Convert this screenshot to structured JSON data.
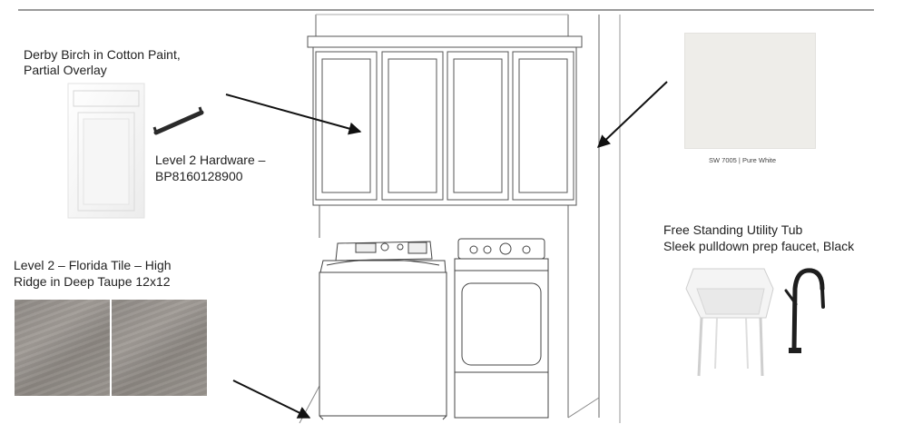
{
  "cabinet": {
    "line1": "Derby Birch in Cotton Paint,",
    "line2": "Partial Overlay"
  },
  "hardware": {
    "line1": "Level 2 Hardware –",
    "line2": "BP8160128900"
  },
  "tile": {
    "line1": "Level 2 – Florida Tile – High",
    "line2": "Ridge in Deep Taupe 12x12"
  },
  "paint": {
    "caption": "SW 7005  |  Pure White",
    "color": "#eeede9"
  },
  "tub": {
    "line1": "Free Standing Utility Tub",
    "line2": "Sleek pulldown prep faucet, Black"
  }
}
